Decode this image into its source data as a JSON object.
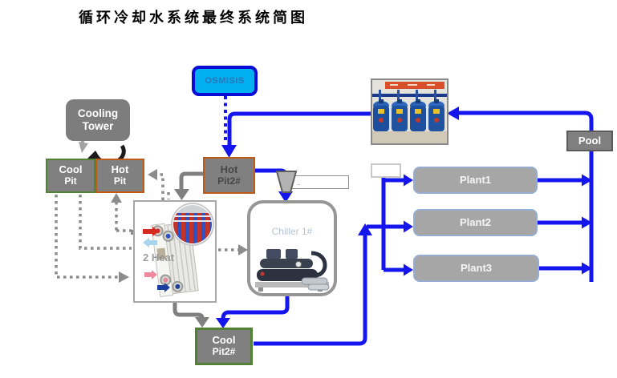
{
  "title": "循环冷却水系统最终系统简图",
  "nodes": {
    "osmisis": {
      "label": "OSMISIS"
    },
    "cooling_tower": {
      "line1": "Cooling",
      "line2": "Tower"
    },
    "cool_pit": {
      "line1": "Cool",
      "line2": "Pit"
    },
    "hot_pit": {
      "line1": "Hot",
      "line2": "Pit"
    },
    "hot_pit2": {
      "line1": "Hot",
      "line2": "Pit2#"
    },
    "cool_pit2": {
      "line1": "Cool",
      "line2": "Pit2#"
    },
    "pool": {
      "label": "Pool"
    },
    "chiller": {
      "label": "Chiller 1#"
    },
    "heat_exchanger_ghost_label": "2 Heat",
    "plants": [
      {
        "label": "Plant1"
      },
      {
        "label": "Plant2"
      },
      {
        "label": "Plant3"
      }
    ],
    "annotation": {
      "label": ".."
    }
  },
  "images": {
    "filter_tanks": "blue sand-filter tank skid photo",
    "heat_exchanger": "plate heat exchanger cutaway illustration",
    "chiller": "water-cooled screw chiller photo"
  },
  "colors": {
    "pipe_blue": "#1515ee",
    "pipe_gray": "#808080",
    "node_gray": "#808080",
    "cool_border_green": "#538135",
    "hot_border_orange": "#bf5b17",
    "osmisis_fill": "#00b0f0",
    "osmisis_border": "#0b0bd6",
    "plant_fill": "#a6a6a6",
    "plant_border": "#96add0"
  },
  "connections": [
    {
      "from": "filter_tanks",
      "to": "hot_pit2",
      "style": "blue-solid"
    },
    {
      "from": "osmisis",
      "to": "hot_pit2",
      "style": "blue-dotted"
    },
    {
      "from": "hot_pit2",
      "to": "chiller",
      "style": "blue-solid-via-funnel"
    },
    {
      "from": "chiller",
      "to": "cool_pit2",
      "style": "blue-solid"
    },
    {
      "from": "cool_pit2",
      "to": "plants-header",
      "style": "blue-solid"
    },
    {
      "from": "feed-header",
      "to": "plant1",
      "style": "blue-solid"
    },
    {
      "from": "feed-header",
      "to": "plant2",
      "style": "blue-solid"
    },
    {
      "from": "feed-header",
      "to": "plant3",
      "style": "blue-solid"
    },
    {
      "from": "plants",
      "to": "pool-riser",
      "style": "blue-solid"
    },
    {
      "from": "pool-riser",
      "to": "filter_tanks",
      "style": "blue-solid"
    },
    {
      "from": "hot_pit2",
      "to": "heat_exchanger",
      "style": "gray-solid"
    },
    {
      "from": "heat_exchanger",
      "to": "cool_pit2",
      "style": "gray-solid"
    },
    {
      "from": "cool_pit",
      "to": "heat_exchanger",
      "style": "gray-dotted"
    },
    {
      "from": "heat_exchanger",
      "to": "hot_pit",
      "style": "gray-dotted"
    },
    {
      "from": "heat_exchanger",
      "to": "chiller",
      "style": "gray-dotted"
    },
    {
      "from": "cooling_tower",
      "to": "pits",
      "style": "cycle-arrows"
    }
  ]
}
